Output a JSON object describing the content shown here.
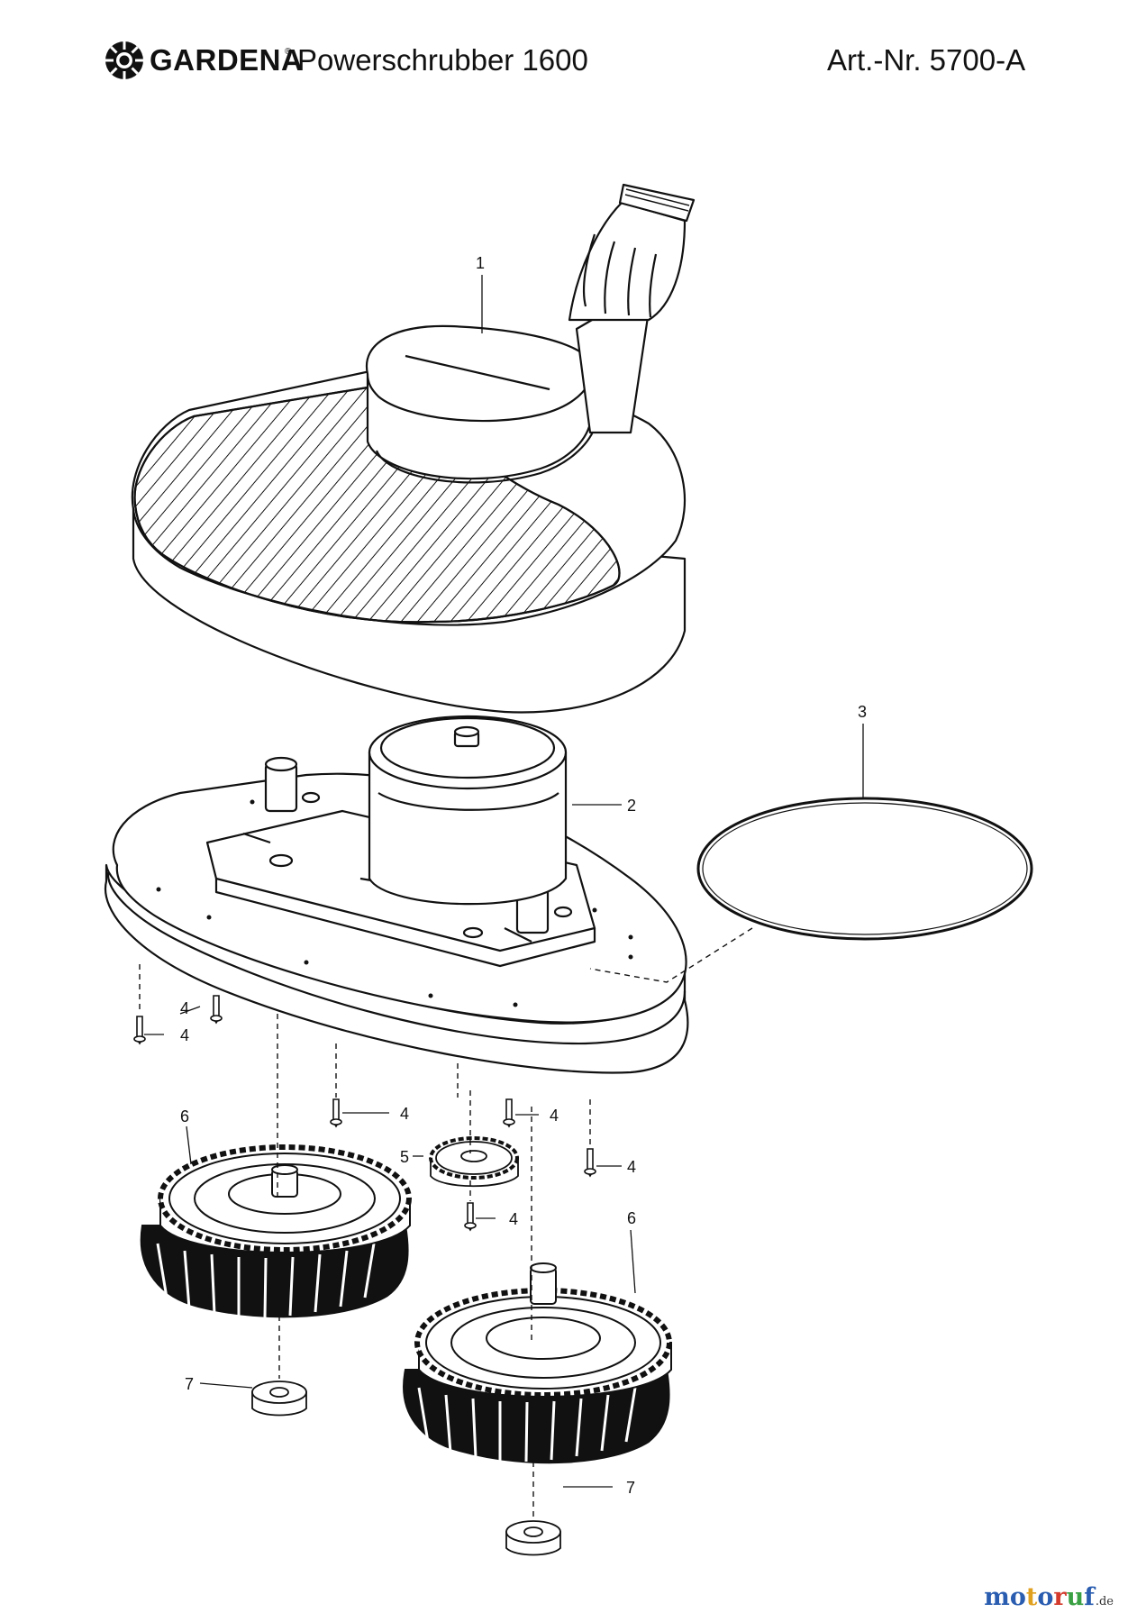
{
  "header": {
    "brand": "GARDENA",
    "registered_mark": "®",
    "product": "Powerschrubber 1600",
    "article_number": "Art.-Nr. 5700-A"
  },
  "callouts": {
    "part_1": "1",
    "part_2": "2",
    "part_3": "3",
    "part_4": "4",
    "part_5": "5",
    "part_6": "6",
    "part_7": "7"
  },
  "watermark": {
    "text": "motoruf",
    "suffix": ".de",
    "colors": [
      "#2a5db0",
      "#2a5db0",
      "#e0a020",
      "#2a5db0",
      "#d33a2c",
      "#3aa043",
      "#2a5db0"
    ]
  }
}
